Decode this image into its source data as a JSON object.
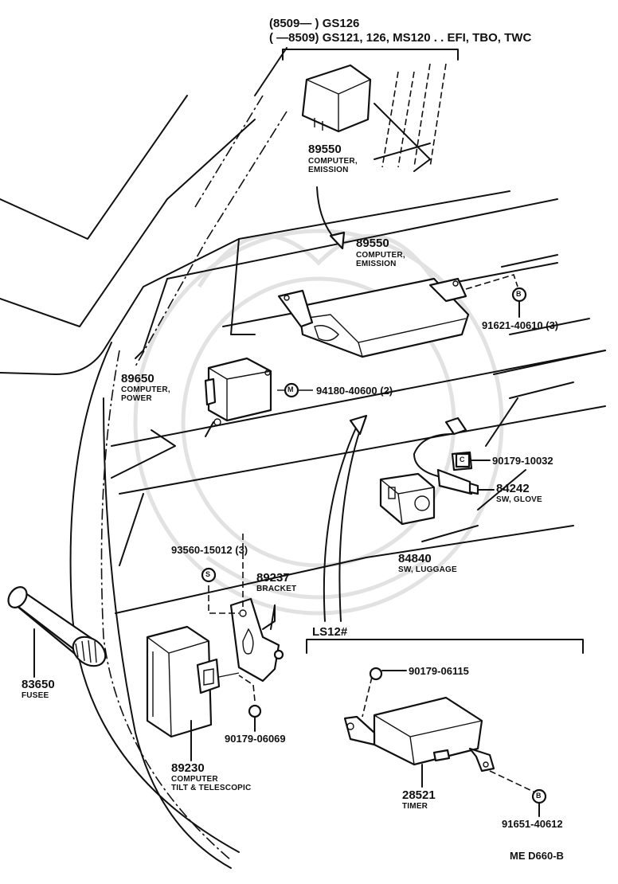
{
  "header": {
    "line1": "(8509—        ) GS126",
    "line2": "(        —8509) GS121, 126, MS120 . . EFI, TBO, TWC"
  },
  "parts": {
    "p89550_top": {
      "number": "89550",
      "name1": "COMPUTER,",
      "name2": "EMISSION"
    },
    "p89550_main": {
      "number": "89550",
      "name1": "COMPUTER,",
      "name2": "EMISSION"
    },
    "p89650": {
      "number": "89650",
      "name1": "COMPUTER,",
      "name2": "POWER"
    },
    "p84242": {
      "number": "84242",
      "name1": "SW, GLOVE"
    },
    "p84840": {
      "number": "84840",
      "name1": "SW, LUGGAGE"
    },
    "p89237": {
      "number": "89237",
      "name1": "BRACKET"
    },
    "p83650": {
      "number": "83650",
      "name1": "FUSEE"
    },
    "p89230": {
      "number": "89230",
      "name1": "COMPUTER",
      "name2": "TILT & TELESCOPIC"
    },
    "p28521": {
      "number": "28521",
      "name1": "TIMER"
    }
  },
  "fasteners": {
    "f91621": {
      "code": "91621-40610 (3)",
      "symbol": "B"
    },
    "f94180": {
      "code": "94180-40600 (2)",
      "symbol": "M"
    },
    "f90179_10032": {
      "code": "90179-10032",
      "symbol": "C"
    },
    "f93560": {
      "code": "93560-15012 (3)",
      "symbol": "S"
    },
    "f90179_06069": {
      "code": "90179-06069"
    },
    "f90179_06115": {
      "code": "90179-06115"
    },
    "f91651": {
      "code": "91651-40612",
      "symbol": "B"
    }
  },
  "variant": {
    "ls12": "LS12#"
  },
  "footer": {
    "ref": "ME   D660-B"
  }
}
